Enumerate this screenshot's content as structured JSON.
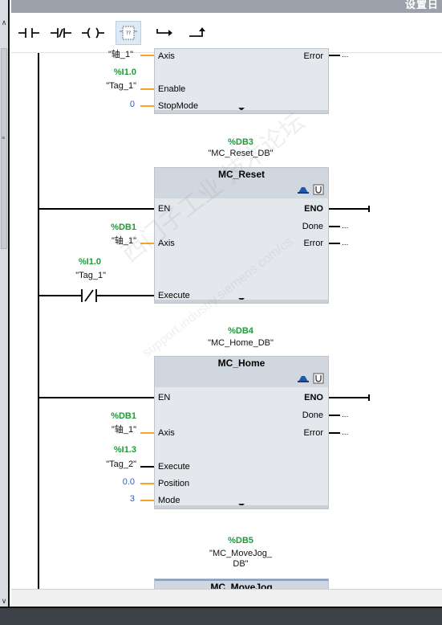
{
  "window": {
    "title_fragment": "设置日"
  },
  "toolbar": {
    "buttons": [
      {
        "name": "normally-open-contact"
      },
      {
        "name": "normally-closed-contact"
      },
      {
        "name": "output-coil"
      },
      {
        "name": "empty-box",
        "label": "??"
      },
      {
        "name": "open-branch"
      },
      {
        "name": "close-branch"
      }
    ]
  },
  "network_top": {
    "axis_tag": "\"轴_1\"",
    "axis_pin": "Axis",
    "error_pin": "Error",
    "enable_addr": "%I1.0",
    "enable_tag": "\"Tag_1\"",
    "enable_pin": "Enable",
    "stopmode_value": "0",
    "stopmode_pin": "StopMode"
  },
  "mc_reset": {
    "db_addr": "%DB3",
    "db_name": "\"MC_Reset_DB\"",
    "title": "MC_Reset",
    "en": "EN",
    "eno": "ENO",
    "done": "Done",
    "error": "Error",
    "axis_addr": "%DB1",
    "axis_tag": "\"轴_1\"",
    "axis_pin": "Axis",
    "exec_addr": "%I1.0",
    "exec_tag": "\"Tag_1\"",
    "exec_pin": "Execute"
  },
  "mc_home": {
    "db_addr": "%DB4",
    "db_name": "\"MC_Home_DB\"",
    "title": "MC_Home",
    "en": "EN",
    "eno": "ENO",
    "done": "Done",
    "error": "Error",
    "axis_addr": "%DB1",
    "axis_tag": "\"轴_1\"",
    "axis_pin": "Axis",
    "exec_addr": "%I1.3",
    "exec_tag": "\"Tag_2\"",
    "exec_pin": "Execute",
    "position_value": "0.0",
    "position_pin": "Position",
    "mode_value": "3",
    "mode_pin": "Mode"
  },
  "mc_movejog": {
    "db_addr": "%DB5",
    "db_name_line1": "\"MC_MoveJog_",
    "db_name_line2": "DB\"",
    "title": "MC_MoveJog"
  },
  "placeholder": {
    "dots": "..."
  },
  "watermark": {
    "line1": "西门子工业 技术论坛",
    "line2": "support.industry.siemens.com/cs"
  }
}
